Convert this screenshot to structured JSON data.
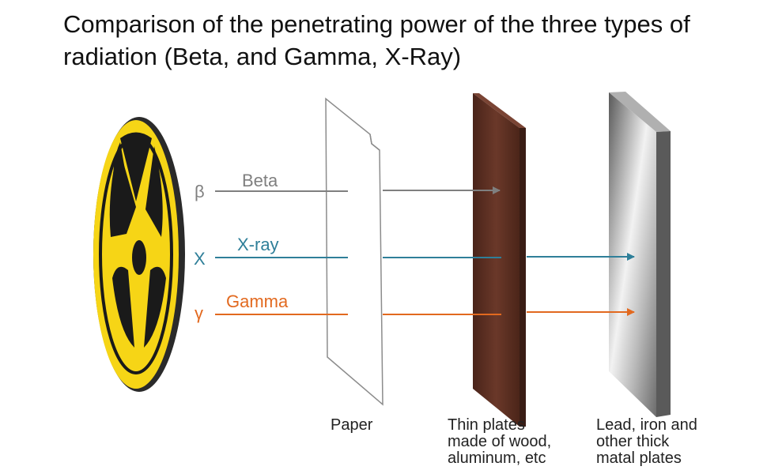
{
  "title": "Comparison of the penetrating power of the three types of radiation (Beta, and Gamma, X-Ray)",
  "radiations": [
    {
      "symbol": "β",
      "name": "Beta",
      "color": "#7f7f7f",
      "stops_at": "Thin plates made of wood, aluminum, etc"
    },
    {
      "symbol": "X",
      "name": "X-ray",
      "color": "#2f7f99",
      "stops_at": "Lead, iron and other thick matal plates"
    },
    {
      "symbol": "γ",
      "name": "Gamma",
      "color": "#e2691f",
      "stops_at": "Lead, iron and other thick matal plates"
    }
  ],
  "barriers": {
    "paper": "Paper",
    "wood": [
      "Thin plates",
      "made of wood,",
      "aluminum, etc"
    ],
    "metal": [
      "Lead, iron and",
      "other thick",
      "matal plates"
    ]
  },
  "colors": {
    "symbol_yellow": "#f6d516",
    "symbol_black": "#1a1a1a",
    "wood": "#5a2e22",
    "metal": "#9a9a9a"
  },
  "icons": {
    "radiation_symbol": "radiation-trefoil-icon"
  }
}
